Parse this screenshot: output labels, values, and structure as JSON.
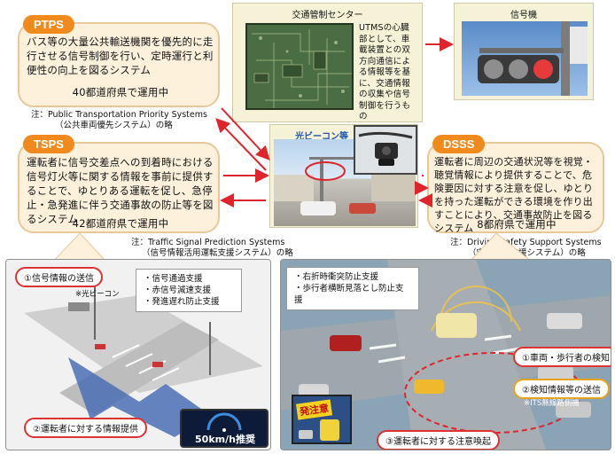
{
  "ptps": {
    "badge": "PTPS",
    "text": "バス等の大量公共輸送機関を優先的に走行させる信号制御を行い、定時運行と利便性の向上を図るシステム",
    "status": "40都道府県で運用中",
    "note_line1": "注：Public Transportation Priority Systems",
    "note_line2": "（公共車両優先システム）の略"
  },
  "tsps": {
    "badge": "TSPS",
    "text": "運転者に信号交差点への到着時における信号灯火等に関する情報を事前に提供することで、ゆとりある運転を促し、急停止・急発進に伴う交通事故の防止等を図るシステム",
    "status": "42都道府県で運用中",
    "note_line1": "注：Traffic Signal Prediction Systems",
    "note_line2": "（信号情報活用運転支援システム）の略"
  },
  "dsss": {
    "badge": "DSSS",
    "text": "運転者に周辺の交通状況等を視覚・聴覚情報により提供することで、危険要因に対する注意を促し、ゆとりを持った運転ができる環境を作り出すことにより、交通事故防止を図るシステム",
    "status": "8都府県で運用中",
    "note_line1": "注：Driving Safety Support Systems",
    "note_line2": "（安全運転支援システム）の略"
  },
  "center": {
    "title": "交通管制センター",
    "text": "UTMSの心臓部として、車載装置との双方向通信による情報等を基に、交通情報の収集や信号制御を行うもの"
  },
  "signal": {
    "title": "信号機"
  },
  "beacon": {
    "title": "光ビーコン等"
  },
  "left_scene": {
    "step1": "①信号情報の送信",
    "beacon_label": "※光ビーコン",
    "bullets": [
      "信号通過支援",
      "赤信号減速支援",
      "発進遅れ防止支援"
    ],
    "step2": "②運転者に対する情報提供",
    "display_text": "50km/h推奨"
  },
  "right_scene": {
    "bullets": [
      "右折時衝突防止支援",
      "歩行者横断見落とし防止支援"
    ],
    "step1": "①車両・歩行者の検知",
    "step2": "②検知情報等の送信",
    "its_label": "※ITS無線路側機",
    "step3": "③運転者に対する注意喚起",
    "warning_text": "発注意"
  },
  "colors": {
    "badge": "#f08a1c",
    "box_bg": "#fdf1dc",
    "arrow": "#e0242b"
  }
}
